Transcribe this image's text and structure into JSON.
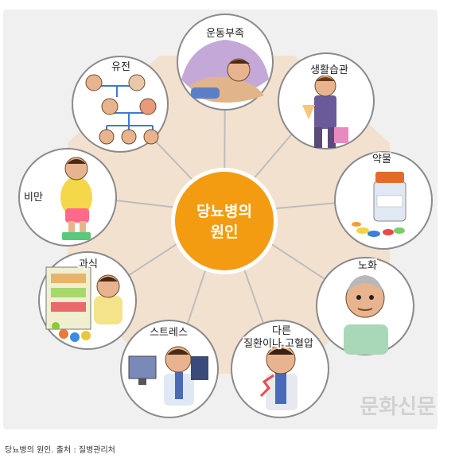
{
  "center": {
    "line1": "당뇨병의",
    "line2": "원인",
    "color": "#f39c12"
  },
  "nodes": [
    {
      "id": "exercise",
      "label": "운동부족"
    },
    {
      "id": "habits",
      "label": "생활습관"
    },
    {
      "id": "medicine",
      "label": "약물"
    },
    {
      "id": "aging",
      "label": "노화"
    },
    {
      "id": "disease",
      "label_line1": "다른",
      "label_line2": "질환이나 고혈압"
    },
    {
      "id": "stress",
      "label": "스트레스"
    },
    {
      "id": "overeating",
      "label": "과식"
    },
    {
      "id": "obesity",
      "label": "비만"
    },
    {
      "id": "genetics",
      "label": "유전"
    }
  ],
  "caption": "당뇨병의 원인. 출처 : 질병관리처",
  "watermark": "문화신문",
  "colors": {
    "panel": "#f0f0f0",
    "spoke": "#bdbdbd",
    "octagon": "#f3e1cf",
    "circle_border": "#8a8a8a"
  }
}
